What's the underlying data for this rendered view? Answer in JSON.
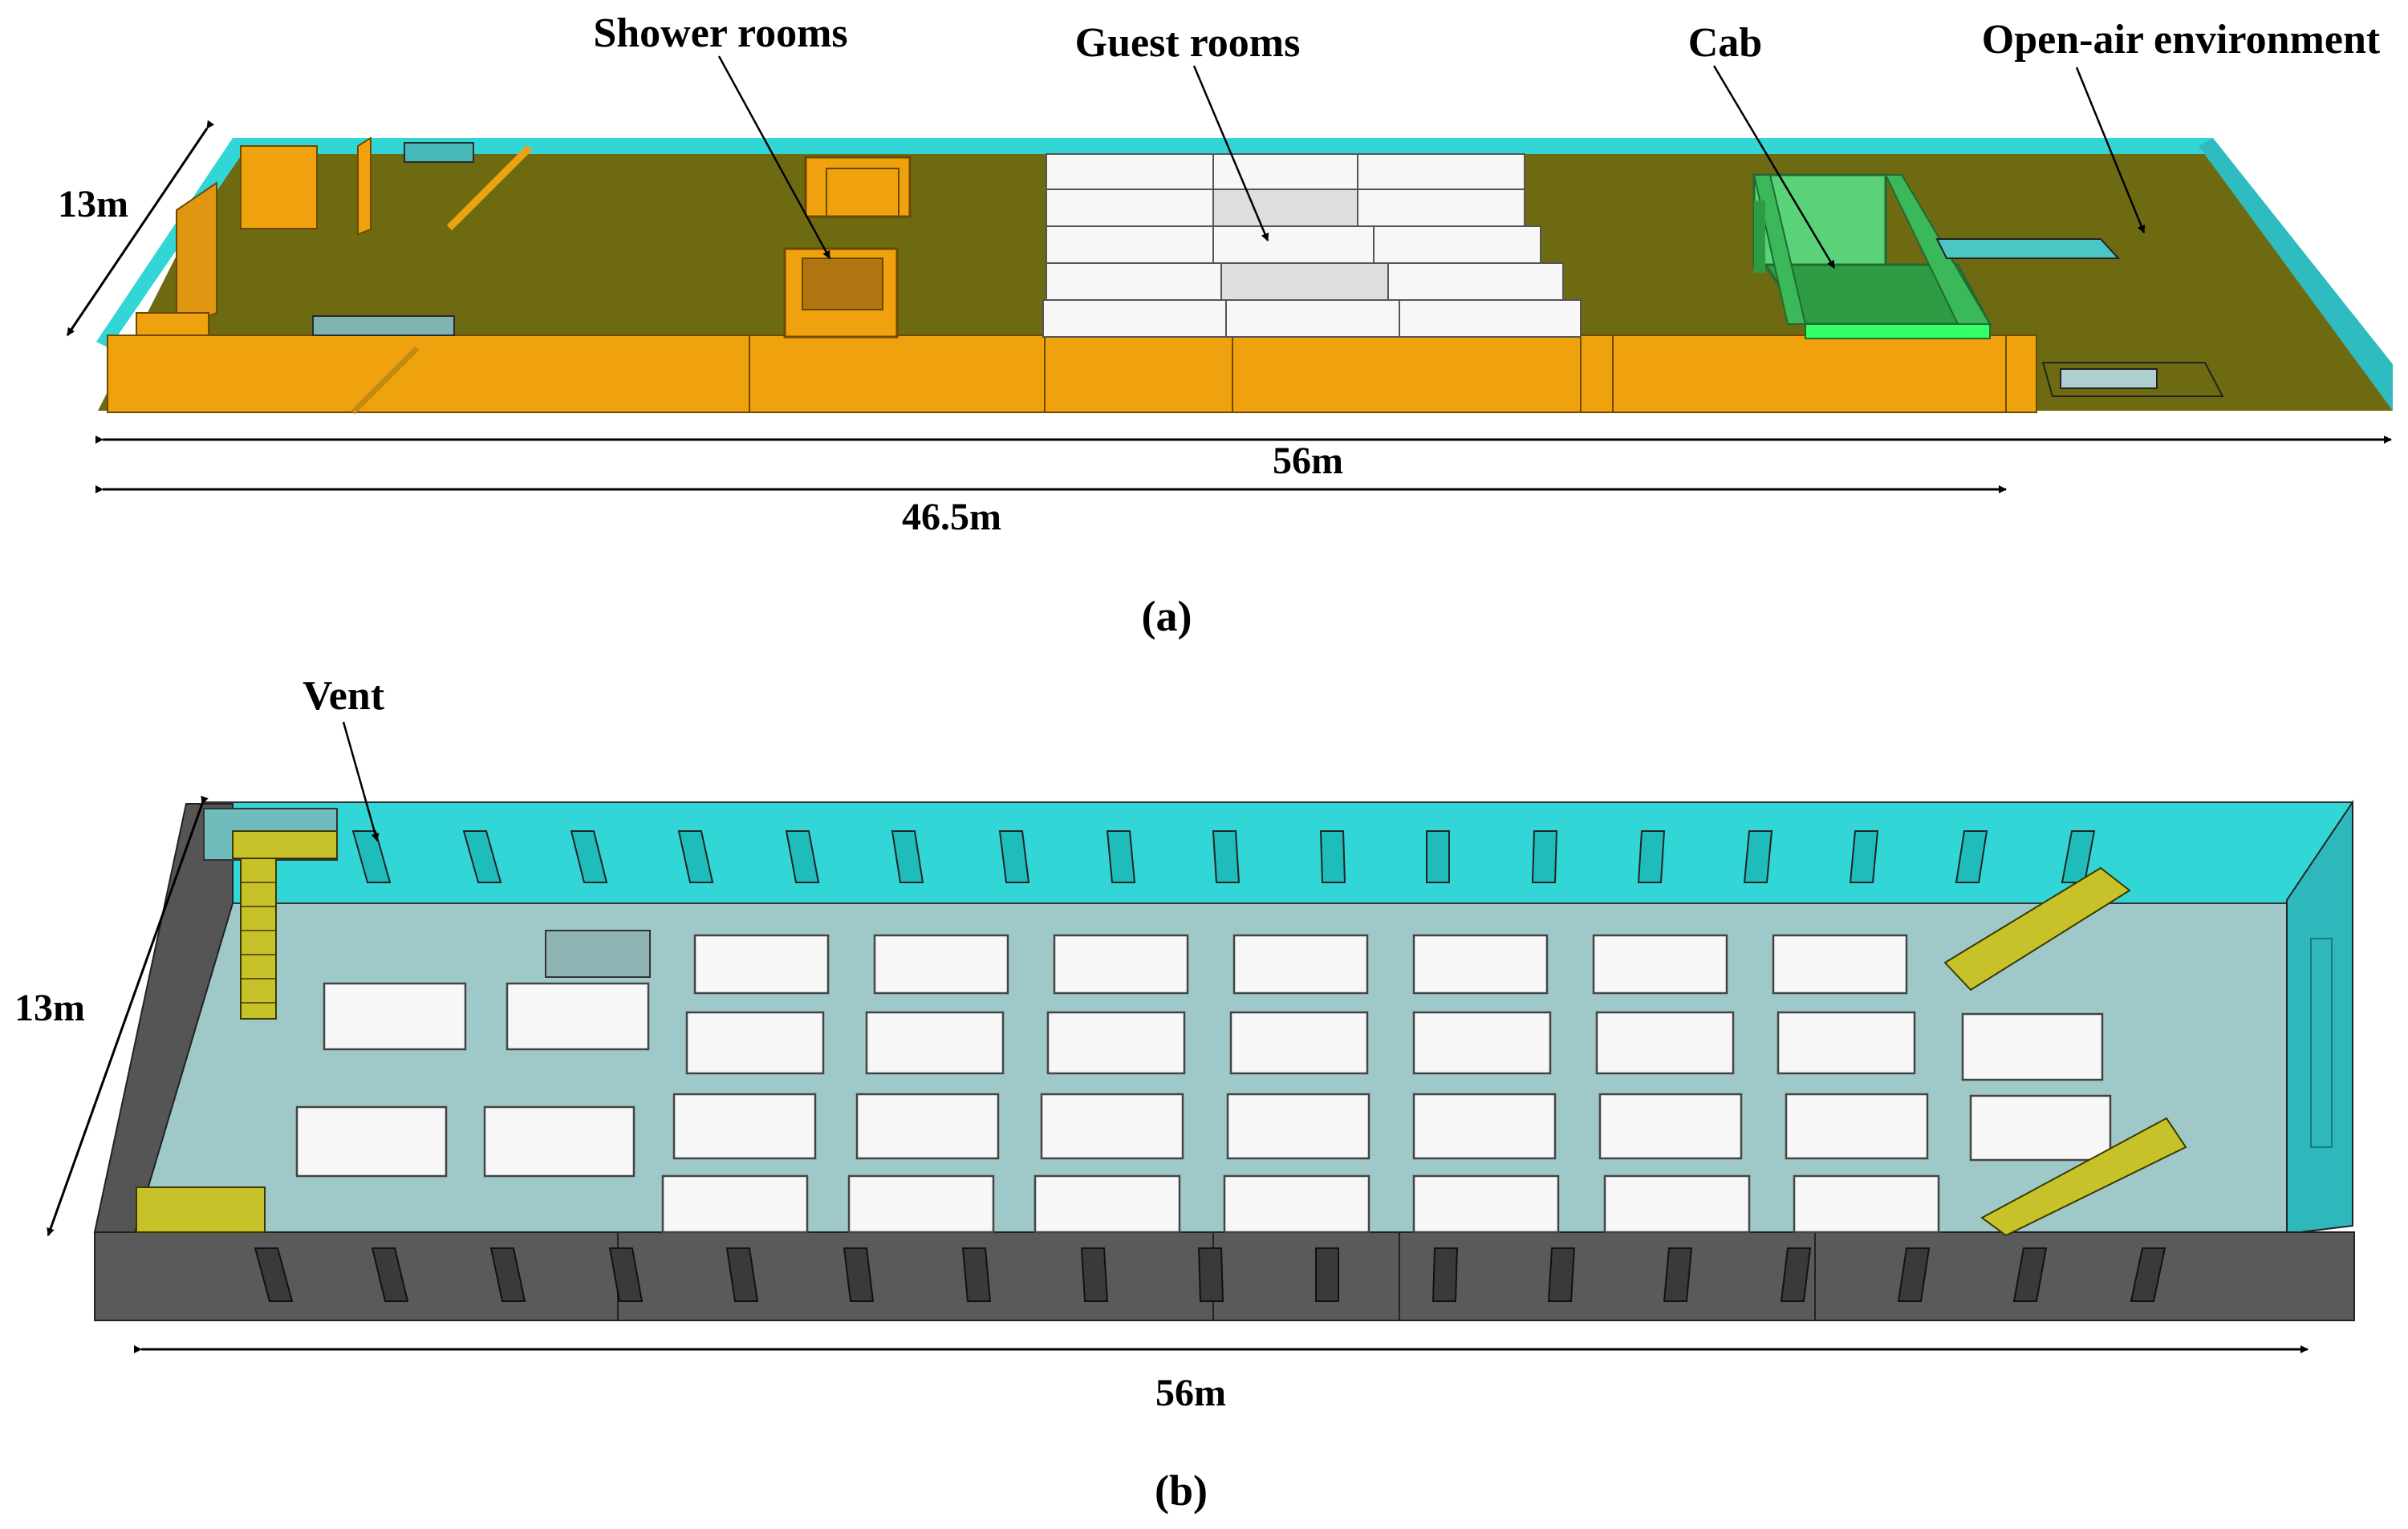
{
  "labels": {
    "shower_rooms": "Shower rooms",
    "guest_rooms": "Guest rooms",
    "cab": "Cab",
    "open_air": "Open-air environment",
    "vent": "Vent"
  },
  "panel_a": {
    "caption": "(a)",
    "width_dim": "13m",
    "length_dim": "56m",
    "partial_dim": "46.5m"
  },
  "panel_b": {
    "caption": "(b)",
    "width_dim": "13m",
    "length_dim": "56m"
  },
  "colors": {
    "wall_cyan": "#33d6d6",
    "floor_olive": "#6e6a12",
    "wall_orange": "#f0a20e",
    "cab_green": "#2ecc5a",
    "room_white": "#f7f7f7",
    "floor_light": "#9ec9c8",
    "wall_gray": "#5a5a5a",
    "stair_yellow": "#c8c22a"
  }
}
